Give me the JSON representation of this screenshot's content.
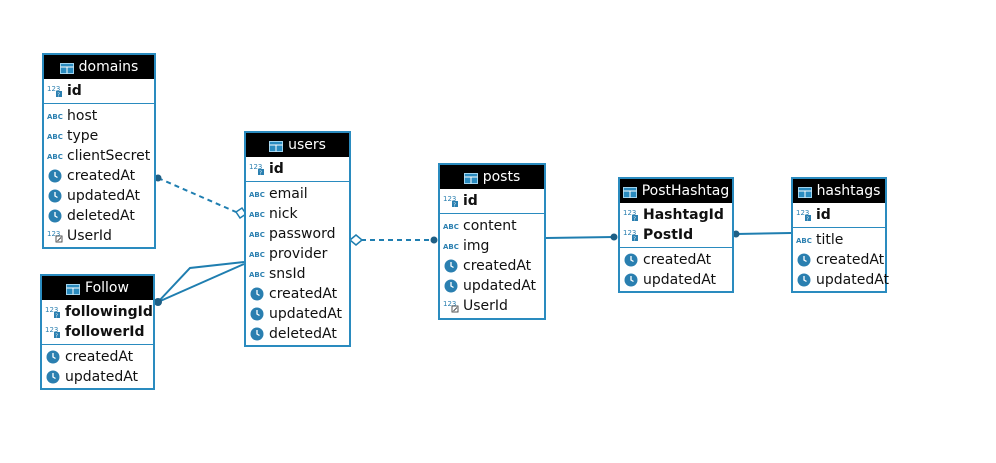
{
  "diagram": {
    "colors": {
      "border": "#2a8bbf",
      "header_bg": "#000000",
      "header_text": "#ffffff",
      "line": "#1f7eb0"
    },
    "entities": {
      "domains": {
        "name": "domains",
        "keys": [
          {
            "name": "id",
            "icon": "numeric-icon"
          }
        ],
        "columns": [
          {
            "name": "host",
            "icon": "text-icon"
          },
          {
            "name": "type",
            "icon": "text-icon"
          },
          {
            "name": "clientSecret",
            "icon": "text-icon"
          },
          {
            "name": "createdAt",
            "icon": "clock-icon"
          },
          {
            "name": "updatedAt",
            "icon": "clock-icon"
          },
          {
            "name": "deletedAt",
            "icon": "clock-icon"
          },
          {
            "name": "UserId",
            "icon": "numeric-ref-icon"
          }
        ]
      },
      "users": {
        "name": "users",
        "keys": [
          {
            "name": "id",
            "icon": "numeric-icon"
          }
        ],
        "columns": [
          {
            "name": "email",
            "icon": "text-icon"
          },
          {
            "name": "nick",
            "icon": "text-icon"
          },
          {
            "name": "password",
            "icon": "text-icon"
          },
          {
            "name": "provider",
            "icon": "text-icon"
          },
          {
            "name": "snsId",
            "icon": "text-icon"
          },
          {
            "name": "createdAt",
            "icon": "clock-icon"
          },
          {
            "name": "updatedAt",
            "icon": "clock-icon"
          },
          {
            "name": "deletedAt",
            "icon": "clock-icon"
          }
        ]
      },
      "follow": {
        "name": "Follow",
        "keys": [
          {
            "name": "followingId",
            "icon": "numeric-icon"
          },
          {
            "name": "followerId",
            "icon": "numeric-icon"
          }
        ],
        "columns": [
          {
            "name": "createdAt",
            "icon": "clock-icon"
          },
          {
            "name": "updatedAt",
            "icon": "clock-icon"
          }
        ]
      },
      "posts": {
        "name": "posts",
        "keys": [
          {
            "name": "id",
            "icon": "numeric-icon"
          }
        ],
        "columns": [
          {
            "name": "content",
            "icon": "text-icon"
          },
          {
            "name": "img",
            "icon": "text-icon"
          },
          {
            "name": "createdAt",
            "icon": "clock-icon"
          },
          {
            "name": "updatedAt",
            "icon": "clock-icon"
          },
          {
            "name": "UserId",
            "icon": "numeric-ref-icon"
          }
        ]
      },
      "posthashtag": {
        "name": "PostHashtag",
        "keys": [
          {
            "name": "HashtagId",
            "icon": "numeric-icon"
          },
          {
            "name": "PostId",
            "icon": "numeric-icon"
          }
        ],
        "columns": [
          {
            "name": "createdAt",
            "icon": "clock-icon"
          },
          {
            "name": "updatedAt",
            "icon": "clock-icon"
          }
        ]
      },
      "hashtags": {
        "name": "hashtags",
        "keys": [
          {
            "name": "id",
            "icon": "numeric-icon"
          }
        ],
        "columns": [
          {
            "name": "title",
            "icon": "text-icon"
          },
          {
            "name": "createdAt",
            "icon": "clock-icon"
          },
          {
            "name": "updatedAt",
            "icon": "clock-icon"
          }
        ]
      }
    }
  }
}
